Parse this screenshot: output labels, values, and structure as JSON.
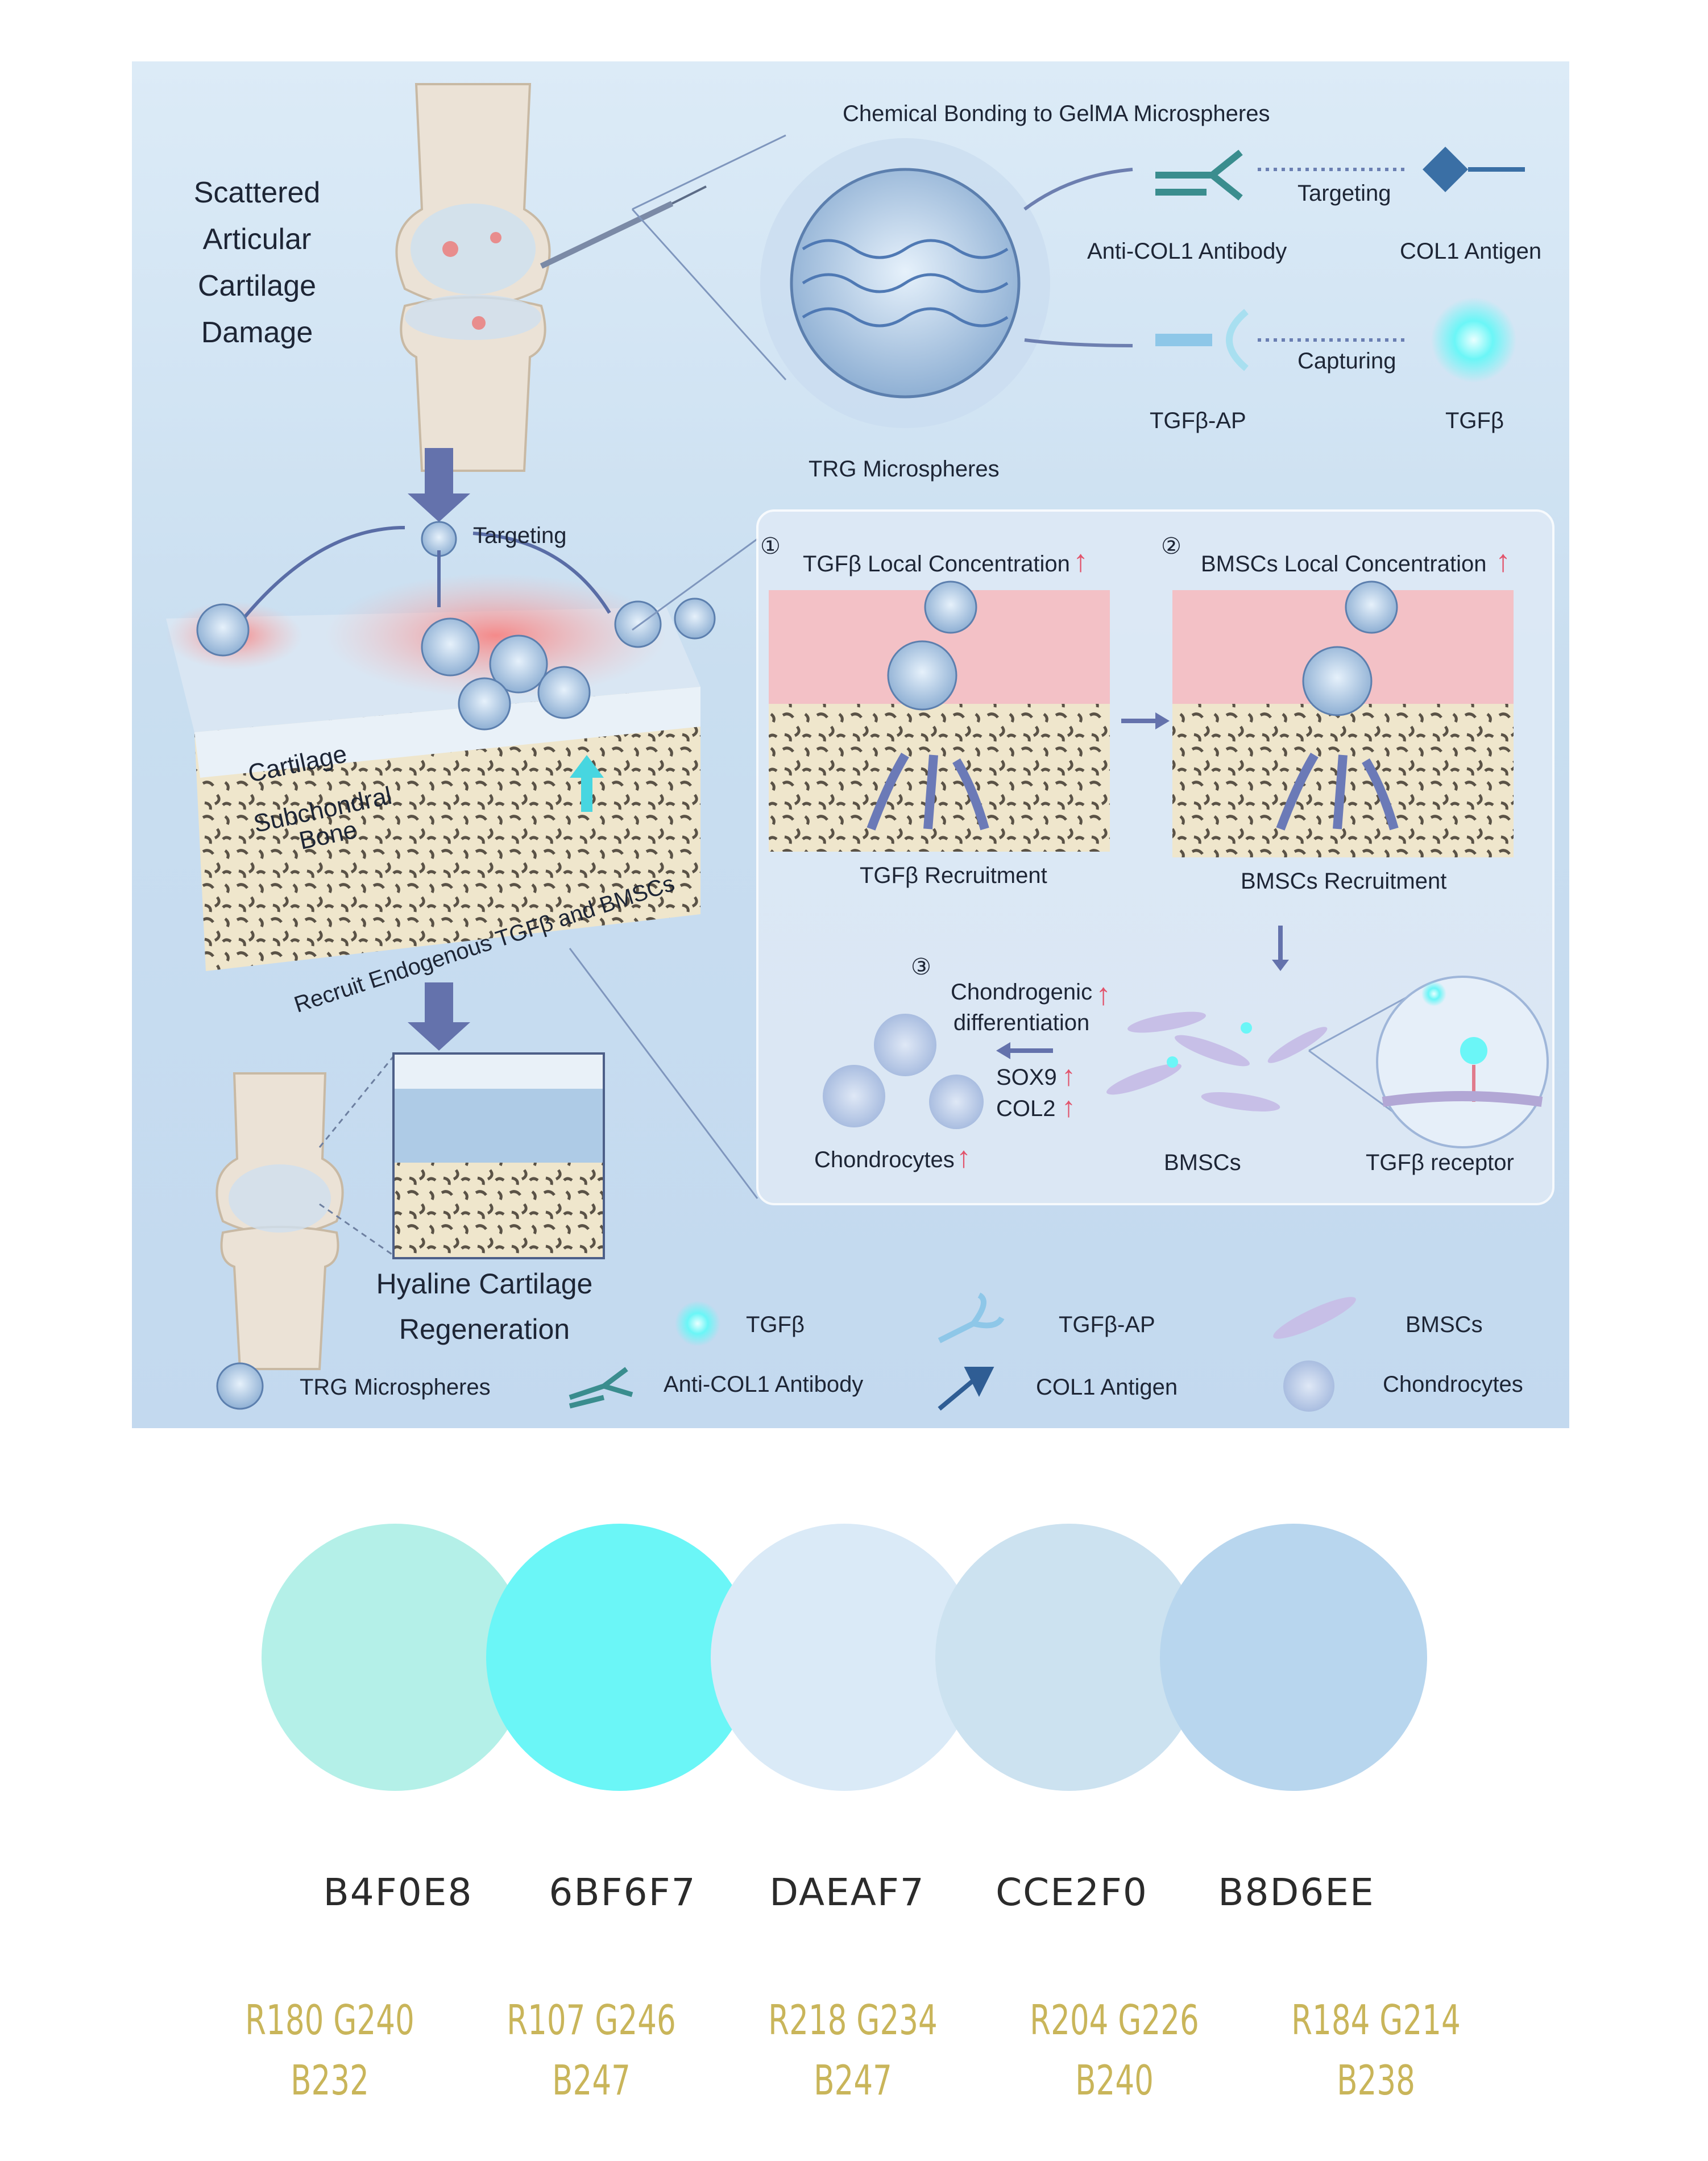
{
  "figure": {
    "damage_title": "Scattered\nArticular\nCartilage\nDamage",
    "bonding_title": "Chemical Bonding to GelMA Microspheres",
    "antibody": "Anti-COL1 Antibody",
    "targeting": "Targeting",
    "col1_antigen": "COL1 Antigen",
    "capturing": "Capturing",
    "tgfb_ap": "TGFβ-AP",
    "tgfb": "TGFβ",
    "trg_microspheres": "TRG Microspheres",
    "targeting_arrow": "Targeting",
    "cartilage": "Cartilage",
    "subchondral_bone": "Subchondral\nBone",
    "recruit": "Recruit Endogenous TGFβ and BMSCs",
    "step1_num": "①",
    "step1_title": "TGFβ Local Concentration",
    "step1_caption": "TGFβ Recruitment",
    "step2_num": "②",
    "step2_title": "BMSCs Local Concentration",
    "step2_caption": "BMSCs Recruitment",
    "step3_num": "③",
    "chondrogenic": "Chondrogenic\ndifferentiation",
    "sox9": "SOX9",
    "col2": "COL2",
    "chondrocytes": "Chondrocytes",
    "bmscs": "BMSCs",
    "receptor": "TGFβ receptor",
    "hyaline": "Hyaline Cartilage\nRegeneration",
    "up_arrow_color": "#e2536b",
    "legend": [
      {
        "icon": "tgfb-sphere-icon",
        "label": "TGFβ"
      },
      {
        "icon": "tgfb-ap-icon",
        "label": "TGFβ-AP"
      },
      {
        "icon": "bmsc-icon",
        "label": "BMSCs"
      },
      {
        "icon": "trg-microsphere-icon",
        "label": "TRG Microspheres"
      },
      {
        "icon": "antibody-icon",
        "label": "Anti-COL1 Antibody"
      },
      {
        "icon": "col1-antigen-icon",
        "label": "COL1 Antigen"
      },
      {
        "icon": "chondrocyte-icon",
        "label": "Chondrocytes"
      }
    ]
  },
  "palette": [
    {
      "color": "#B4F0E8",
      "hex": "B4F0E8",
      "rgb": "R180 G240\nB232"
    },
    {
      "color": "#6BF6F7",
      "hex": "6BF6F7",
      "rgb": "R107 G246\nB247"
    },
    {
      "color": "#DAEAF7",
      "hex": "DAEAF7",
      "rgb": "R218 G234\nB247"
    },
    {
      "color": "#CCE2F0",
      "hex": "CCE2F0",
      "rgb": "R204 G226\nB240"
    },
    {
      "color": "#B8D6EE",
      "hex": "B8D6EE",
      "rgb": "R184 G214\nB238"
    }
  ]
}
